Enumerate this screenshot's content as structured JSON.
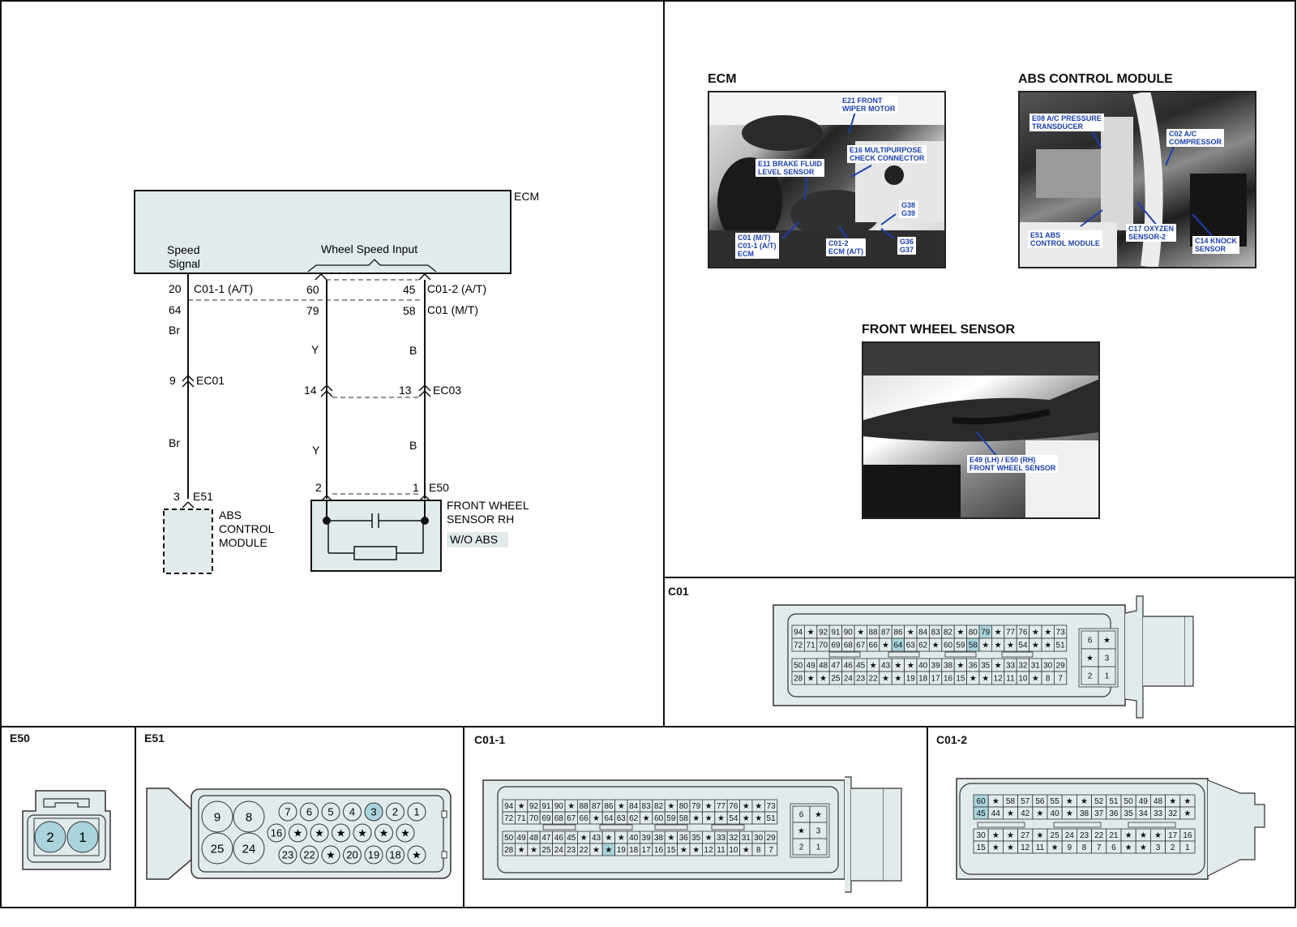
{
  "schematic": {
    "ecm_label": "ECM",
    "speed_signal_l1": "Speed",
    "speed_signal_l2": "Signal",
    "wheel_speed_input": "Wheel Speed Input",
    "pin20": "20",
    "pin64": "64",
    "pin60": "60",
    "pin79": "79",
    "pin45": "45",
    "pin58": "58",
    "c011_at": "C01-1 (A/T)",
    "c012_at": "C01-2 (A/T)",
    "c01_mt": "C01 (M/T)",
    "wire_br": "Br",
    "wire_y": "Y",
    "wire_b": "B",
    "pin9": "9",
    "ec01": "EC01",
    "pin14": "14",
    "pin13": "13",
    "ec03": "EC03",
    "pin3": "3",
    "e51": "E51",
    "pin2": "2",
    "pin1": "1",
    "e50": "E50",
    "abs_l1": "ABS",
    "abs_l2": "CONTROL",
    "abs_l3": "MODULE",
    "fws_l1": "FRONT WHEEL",
    "fws_l2": "SENSOR RH",
    "wo_abs": "W/O ABS"
  },
  "photos": {
    "ecm": {
      "title": "ECM",
      "callouts": [
        "E21 FRONT\nWIPER MOTOR",
        "E16 MULTIPURPOSE\nCHECK CONNECTOR",
        "E11 BRAKE FLUID\nLEVEL SENSOR",
        "G38\nG39",
        "C01 (M/T)\nC01-1 (A/T)\nECM",
        "C01-2\nECM (A/T)",
        "G36\nG37"
      ]
    },
    "abs": {
      "title": "ABS CONTROL MODULE",
      "callouts": [
        "E08 A/C PRESSURE\nTRANSDUCER",
        "C02 A/C\nCOMPRESSOR",
        "E51 ABS\nCONTROL MODULE",
        "C17 OXYZEN\nSENSOR-2",
        "C14 KNOCK\nSENSOR"
      ]
    },
    "fws": {
      "title": "FRONT WHEEL SENSOR",
      "callouts": [
        "E49 (LH) / E50 (RH)\nFRONT WHEEL SENSOR"
      ]
    }
  },
  "connectors": {
    "c01": {
      "label": "C01",
      "rows": [
        [
          "94",
          "*",
          "92",
          "91",
          "90",
          "*",
          "88",
          "87",
          "86",
          "*",
          "84",
          "83",
          "82",
          "*",
          "80",
          "79",
          "*",
          "77",
          "76",
          "*",
          "*",
          "73"
        ],
        [
          "72",
          "71",
          "70",
          "69",
          "68",
          "67",
          "66",
          "*",
          "64",
          "63",
          "62",
          "*",
          "60",
          "59",
          "58",
          "*",
          "*",
          "*",
          "54",
          "*",
          "*",
          "51"
        ],
        [
          "50",
          "49",
          "48",
          "47",
          "46",
          "45",
          "*",
          "43",
          "*",
          "*",
          "40",
          "39",
          "38",
          "*",
          "36",
          "35",
          "*",
          "33",
          "32",
          "31",
          "30",
          "29"
        ],
        [
          "28",
          "*",
          "*",
          "25",
          "24",
          "23",
          "22",
          "*",
          "*",
          "19",
          "18",
          "17",
          "16",
          "15",
          "*",
          "*",
          "12",
          "11",
          "10",
          "*",
          "8",
          "7"
        ]
      ],
      "side": [
        [
          "6",
          "*"
        ],
        [
          "*",
          "3"
        ],
        [
          "2",
          "1"
        ]
      ],
      "highlight": [
        "79",
        "64",
        "58"
      ]
    },
    "e50": {
      "label": "E50",
      "pins": [
        "2",
        "1"
      ]
    },
    "e51": {
      "label": "E51",
      "big": [
        "9",
        "8",
        "25",
        "24"
      ],
      "row1": [
        "7",
        "6",
        "5",
        "4",
        "3",
        "2",
        "1"
      ],
      "row2": [
        "16",
        "*",
        "*",
        "*",
        "*",
        "*",
        "*"
      ],
      "row3": [
        "23",
        "22",
        "*",
        "20",
        "19",
        "18",
        "*"
      ],
      "highlight": "3"
    },
    "c011": {
      "label": "C01-1",
      "rows": [
        [
          "94",
          "*",
          "92",
          "91",
          "90",
          "*",
          "88",
          "87",
          "86",
          "*",
          "84",
          "83",
          "82",
          "*",
          "80",
          "79",
          "*",
          "77",
          "76",
          "*",
          "*",
          "73"
        ],
        [
          "72",
          "71",
          "70",
          "69",
          "68",
          "67",
          "66",
          "*",
          "64",
          "63",
          "62",
          "*",
          "60",
          "59",
          "58",
          "*",
          "*",
          "*",
          "54",
          "*",
          "*",
          "51"
        ],
        [
          "50",
          "49",
          "48",
          "47",
          "46",
          "45",
          "*",
          "43",
          "*",
          "*",
          "40",
          "39",
          "38",
          "*",
          "36",
          "35",
          "*",
          "33",
          "32",
          "31",
          "30",
          "29"
        ],
        [
          "28",
          "*",
          "*",
          "25",
          "24",
          "23",
          "22",
          "*",
          "*",
          "19",
          "18",
          "17",
          "16",
          "15",
          "*",
          "*",
          "12",
          "11",
          "10",
          "*",
          "8",
          "7"
        ]
      ],
      "side": [
        [
          "6",
          "*"
        ],
        [
          "*",
          "3"
        ],
        [
          "2",
          "1"
        ]
      ],
      "highlight_index": [
        [
          3,
          8
        ]
      ]
    },
    "c012": {
      "label": "C01-2",
      "rows": [
        [
          "60",
          "*",
          "58",
          "57",
          "56",
          "55",
          "*",
          "*",
          "52",
          "51",
          "50",
          "49",
          "48",
          "*",
          "*"
        ],
        [
          "45",
          "44",
          "*",
          "42",
          "*",
          "40",
          "*",
          "38",
          "37",
          "36",
          "35",
          "34",
          "33",
          "32",
          "*"
        ],
        [
          "30",
          "*",
          "*",
          "27",
          "*",
          "25",
          "24",
          "23",
          "22",
          "21",
          "*",
          "*",
          "*",
          "17",
          "16"
        ],
        [
          "15",
          "*",
          "*",
          "12",
          "11",
          "*",
          "9",
          "8",
          "7",
          "6",
          "*",
          "*",
          "3",
          "2",
          "1"
        ]
      ],
      "highlight": [
        "60",
        "45"
      ]
    }
  }
}
